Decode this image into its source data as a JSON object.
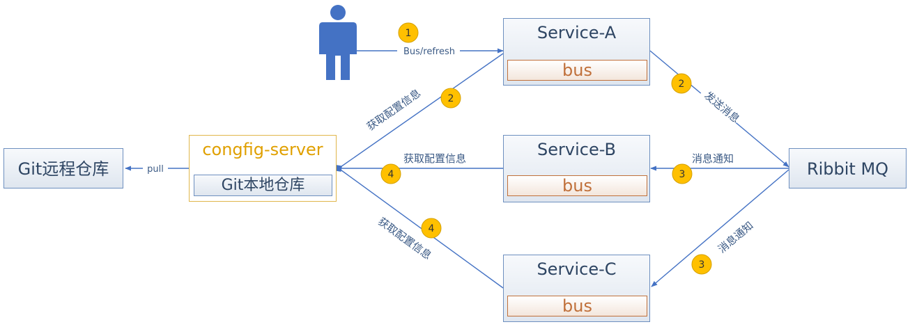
{
  "user_icon": "person-icon",
  "git_remote": {
    "label": "Git远程仓库"
  },
  "config_server": {
    "title": "congfig-server",
    "local_repo": "Git本地仓库"
  },
  "services": [
    {
      "title": "Service-A",
      "bus": "bus"
    },
    {
      "title": "Service-B",
      "bus": "bus"
    },
    {
      "title": "Service-C",
      "bus": "bus"
    }
  ],
  "mq": {
    "label": "Ribbit MQ"
  },
  "edges": {
    "pull": "pull",
    "bus_refresh": "Bus/refresh",
    "fetch_a": "获取配置信息",
    "fetch_b": "获取配置信息",
    "fetch_c": "获取配置信息",
    "send_msg": "发送消息",
    "notify_b": "消息通知",
    "notify_c": "消息通知"
  },
  "steps": {
    "refresh": "1",
    "fetch_a": "2",
    "send_msg": "2",
    "notify_b": "3",
    "notify_c": "3",
    "fetch_b": "4",
    "fetch_c": "4"
  },
  "colors": {
    "line": "#4472c4",
    "box_border": "#6d8fbf",
    "gold": "#e0b64a",
    "badge": "#ffc000",
    "bus_text": "#c0703a",
    "label_text": "#3b5a85",
    "server_title": "#e0a000"
  }
}
